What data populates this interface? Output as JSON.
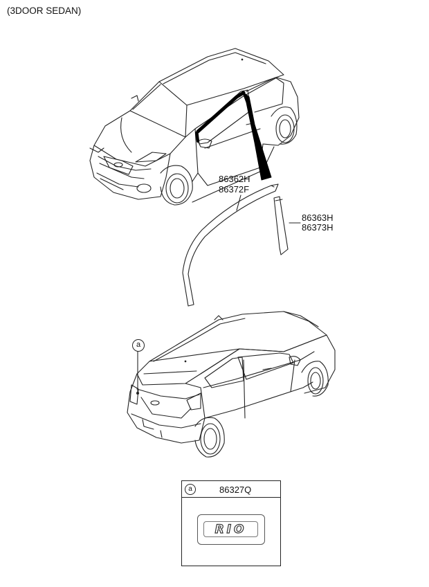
{
  "header": {
    "title": "(3DOOR SEDAN)"
  },
  "parts": {
    "front_molding": {
      "code_1": "86362H",
      "code_2": "86372F"
    },
    "rear_molding": {
      "code_1": "86363H",
      "code_2": "86373H"
    }
  },
  "callout": {
    "marker": "a"
  },
  "legend": {
    "marker": "a",
    "part_number": "86327Q"
  },
  "emblem": {
    "text": "RIO"
  },
  "colors": {
    "line": "#222222",
    "background": "#ffffff"
  }
}
